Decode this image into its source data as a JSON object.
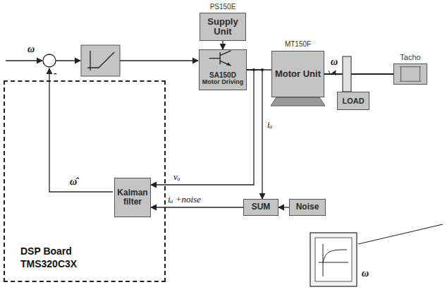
{
  "diagram": {
    "nodes": [
      {
        "text": [
          "DSP Board TMS320C3X"
        ]
      },
      {
        "text": [
          "PS150E",
          "Supply Unit"
        ]
      },
      {
        "text": [
          "SA150D",
          "Motor Driving"
        ]
      },
      {
        "text": [
          "MT150F",
          "Motor Unit"
        ]
      },
      {
        "text": [
          "Tacho"
        ]
      },
      {
        "text": [
          "Kalman filter"
        ],
        "in": 0
      },
      {
        "text": [
          "LOAD"
        ]
      },
      {
        "text": [
          "SUM"
        ]
      },
      {
        "text": [
          "Noise"
        ]
      }
    ],
    "edges": [
      {
        "from": 1,
        "to": 2,
        "arrow": "to"
      },
      {
        "from": 2,
        "to": 3,
        "arrow": "none"
      },
      {
        "from": 2,
        "to": 5,
        "label": "vₐ",
        "arrow": "to"
      },
      {
        "from": 2,
        "to": 7,
        "label": "iₐ",
        "arrow": "to"
      },
      {
        "from": 7,
        "to": 5,
        "label": "iₐ +noise",
        "arrow": "to"
      },
      {
        "from": 8,
        "to": 7,
        "arrow": "to"
      }
    ],
    "labels": [
      "ω",
      "-",
      "ω̂",
      "ω",
      "ω"
    ]
  }
}
